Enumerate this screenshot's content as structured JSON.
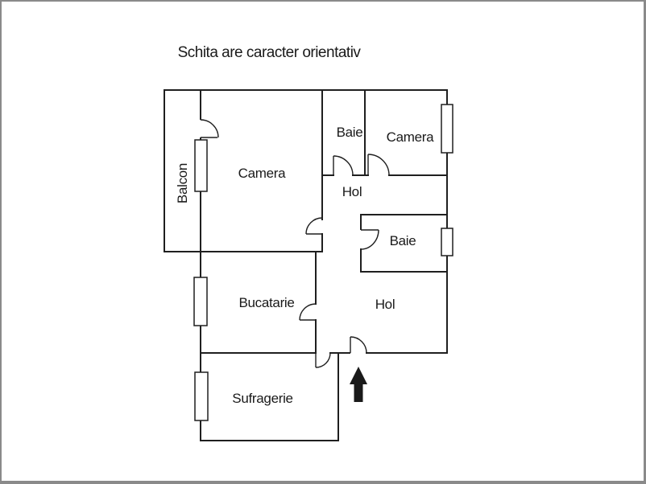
{
  "title": "Schita are caracter orientativ",
  "rooms": [
    {
      "id": "balcon",
      "label": "Balcon"
    },
    {
      "id": "camera-mare",
      "label": "Camera"
    },
    {
      "id": "baie-sus",
      "label": "Baie"
    },
    {
      "id": "camera-dreapta",
      "label": "Camera"
    },
    {
      "id": "hol-sus",
      "label": "Hol"
    },
    {
      "id": "baie-mijloc",
      "label": "Baie"
    },
    {
      "id": "bucatarie",
      "label": "Bucatarie"
    },
    {
      "id": "hol-jos",
      "label": "Hol"
    },
    {
      "id": "sufragerie",
      "label": "Sufragerie"
    }
  ],
  "symbols": {
    "entrance_arrow": "up-arrow",
    "door_count": 8,
    "window_count": 5
  },
  "colors": {
    "wall": "#1f1f1f",
    "text": "#1a1a1a",
    "frame_border": "#8a8a8a",
    "background": "#ffffff",
    "arrow": "#1a1a1a"
  }
}
